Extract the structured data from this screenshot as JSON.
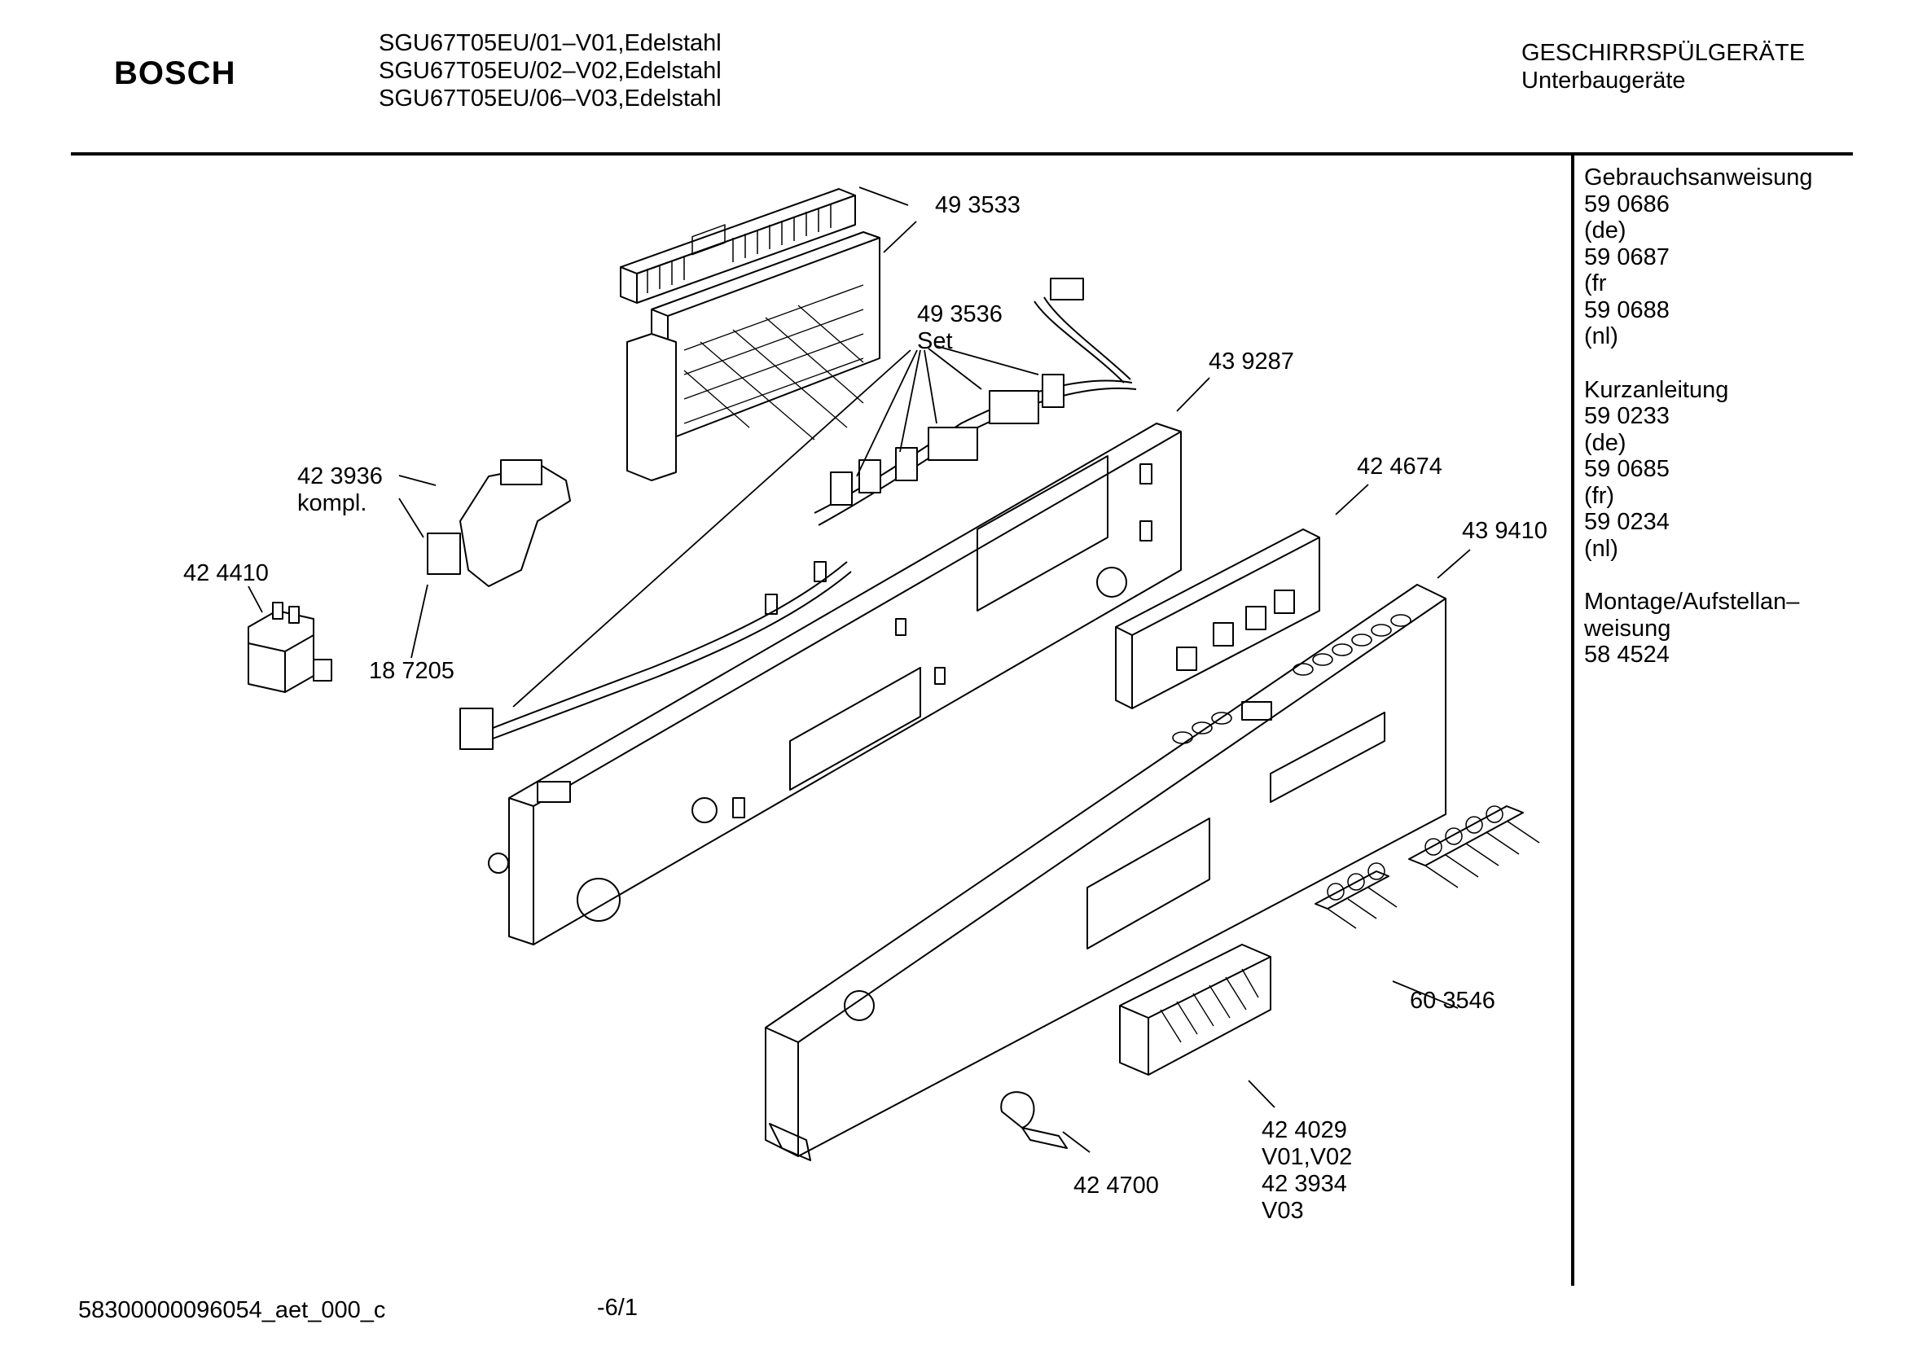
{
  "header": {
    "brand": "BOSCH",
    "models": [
      "SGU67T05EU/01–V01,Edelstahl",
      "SGU67T05EU/02–V02,Edelstahl",
      "SGU67T05EU/06–V03,Edelstahl"
    ],
    "category": "GESCHIRRSPÜLGERÄTE",
    "subcategory": "Unterbaugeräte"
  },
  "sidebar": {
    "groups": [
      {
        "title": "Gebrauchsanweisung",
        "lines": [
          "59 0686",
          "(de)",
          "59 0687",
          "(fr",
          "59 0688",
          "(nl)"
        ]
      },
      {
        "title": "Kurzanleitung",
        "lines": [
          "59 0233",
          "(de)",
          "59 0685",
          "(fr)",
          "59 0234",
          "(nl)"
        ]
      },
      {
        "title": "Montage/Aufstellan–",
        "lines": [
          "weisung",
          "58 4524"
        ]
      }
    ]
  },
  "parts": [
    {
      "id": "p-493533",
      "lines": [
        "49 3533"
      ]
    },
    {
      "id": "p-493536",
      "lines": [
        "49 3536",
        "Set"
      ]
    },
    {
      "id": "p-439287",
      "lines": [
        "43 9287"
      ]
    },
    {
      "id": "p-423936",
      "lines": [
        "42 3936",
        "kompl."
      ]
    },
    {
      "id": "p-424674",
      "lines": [
        "42 4674"
      ]
    },
    {
      "id": "p-439410",
      "lines": [
        "43 9410"
      ]
    },
    {
      "id": "p-424410",
      "lines": [
        "42 4410"
      ]
    },
    {
      "id": "p-187205",
      "lines": [
        "18 7205"
      ]
    },
    {
      "id": "p-603546",
      "lines": [
        "60 3546"
      ]
    },
    {
      "id": "p-424029",
      "lines": [
        "42 4029",
        "V01,V02",
        "42 3934",
        "V03"
      ]
    },
    {
      "id": "p-424700",
      "lines": [
        "42 4700"
      ]
    }
  ],
  "footer": {
    "doc_id": "58300000096054_aet_000_c",
    "page": "-6/1"
  }
}
